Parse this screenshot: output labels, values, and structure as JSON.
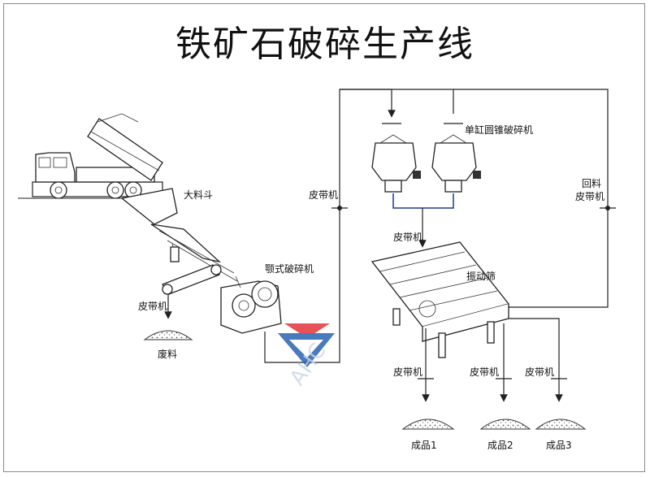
{
  "title": "铁矿石破碎生产线",
  "labels": {
    "hopper": "大料斗",
    "jaw_crusher": "颚式破碎机",
    "cone_crusher": "单缸圆锥破碎机",
    "vibrating_screen": "振动筛",
    "return_belt_line1": "回料",
    "return_belt_line2": "皮带机",
    "belt_conveyor": "皮带机",
    "waste": "废料",
    "product1": "成品1",
    "product2": "成品2",
    "product3": "成品3"
  },
  "watermark": "AHC",
  "colors": {
    "accent_red": "#e2343a",
    "accent_blue": "#2a63b0",
    "line": "#222222"
  }
}
